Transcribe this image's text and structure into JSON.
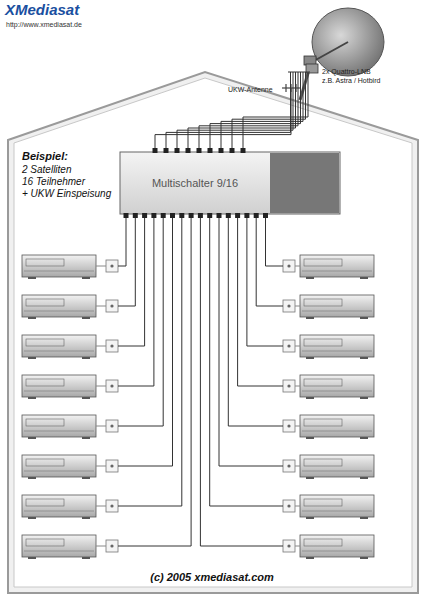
{
  "diagram": {
    "caption": "(c) 2005 xmediasat.com",
    "nodes": [
      {
        "text": [
          "Multischalter 9/16"
        ]
      }
    ],
    "labels": [
      "XMediasat",
      "http://www.xmediasat.de",
      "UKW-Antenne",
      "2x Quattro-LNB",
      "z.B. Astra / Hotbird",
      "Beispiel:",
      "2 Satelliten",
      "16 Teilnehmer",
      "+ UKW Einspeisung"
    ]
  }
}
